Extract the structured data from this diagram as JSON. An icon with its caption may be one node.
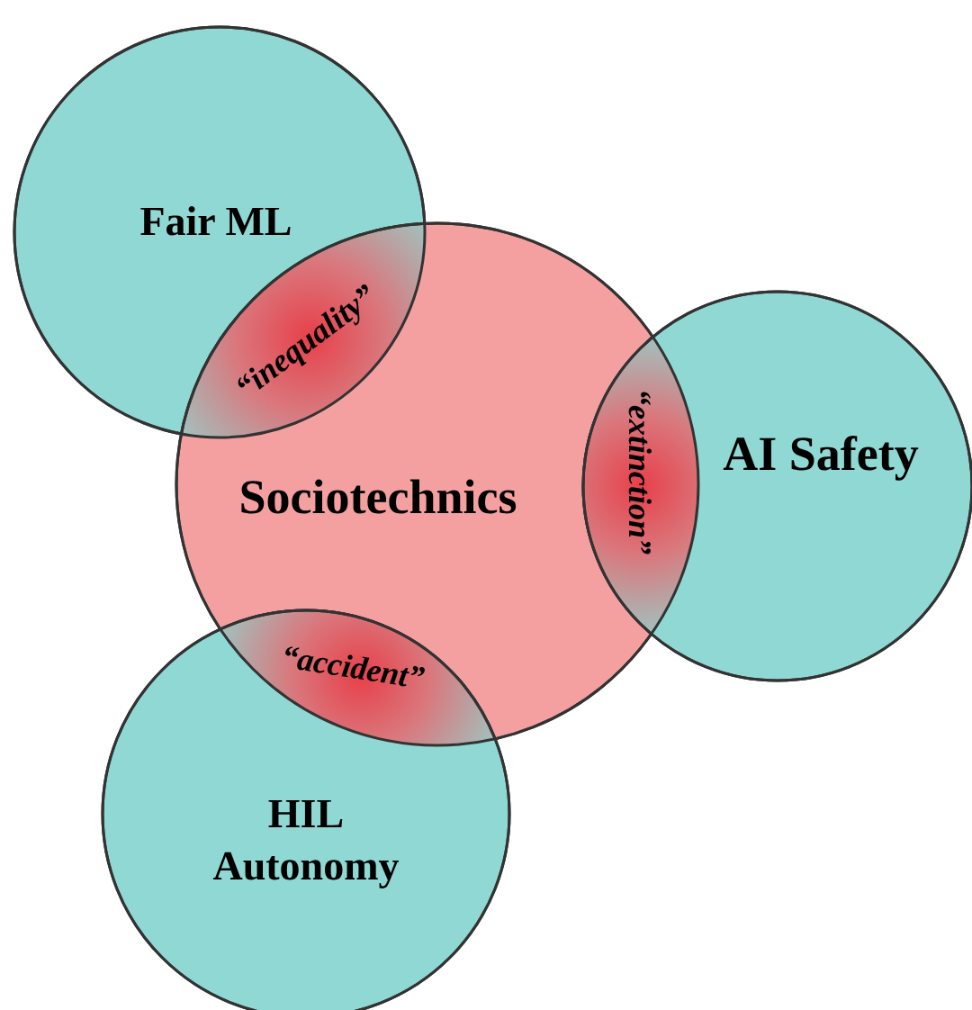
{
  "diagram": {
    "nodes": [
      {
        "text": [
          "Fair ML"
        ]
      },
      {
        "text": [
          "Sociotechnics"
        ]
      },
      {
        "text": [
          "AI Safety"
        ]
      },
      {
        "text": [
          "HIL Autonomy"
        ]
      }
    ],
    "labels": [
      "“inequality”",
      "“extinction”",
      "“accident”"
    ]
  }
}
